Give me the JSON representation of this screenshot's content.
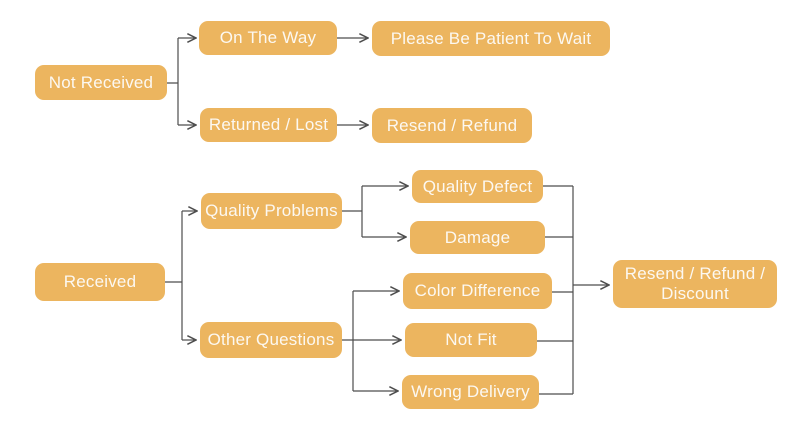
{
  "diagram": {
    "type": "flowchart",
    "colors": {
      "node_fill": "#ecb55f",
      "node_text": "#fcf8f1",
      "connector": "#4e4e4e",
      "background": "#ffffff"
    },
    "nodes": {
      "not_received": {
        "label": "Not Received"
      },
      "on_the_way": {
        "label": "On The Way"
      },
      "please_wait": {
        "label": "Please Be Patient To Wait"
      },
      "returned_lost": {
        "label": "Returned / Lost"
      },
      "resend_refund": {
        "label": "Resend / Refund"
      },
      "received": {
        "label": "Received"
      },
      "quality_problems": {
        "label": "Quality Problems"
      },
      "other_questions": {
        "label": "Other Questions"
      },
      "quality_defect": {
        "label": "Quality Defect"
      },
      "damage": {
        "label": "Damage"
      },
      "color_difference": {
        "label": "Color Difference"
      },
      "not_fit": {
        "label": "Not Fit"
      },
      "wrong_delivery": {
        "label": "Wrong Delivery"
      },
      "resend_refund_discount": {
        "label": "Resend / Refund / Discount"
      }
    },
    "edges": [
      {
        "from": "not_received",
        "to": "on_the_way"
      },
      {
        "from": "not_received",
        "to": "returned_lost"
      },
      {
        "from": "on_the_way",
        "to": "please_wait"
      },
      {
        "from": "returned_lost",
        "to": "resend_refund"
      },
      {
        "from": "received",
        "to": "quality_problems"
      },
      {
        "from": "received",
        "to": "other_questions"
      },
      {
        "from": "quality_problems",
        "to": "quality_defect"
      },
      {
        "from": "quality_problems",
        "to": "damage"
      },
      {
        "from": "other_questions",
        "to": "color_difference"
      },
      {
        "from": "other_questions",
        "to": "not_fit"
      },
      {
        "from": "other_questions",
        "to": "wrong_delivery"
      },
      {
        "from": "quality_defect",
        "to": "resend_refund_discount"
      },
      {
        "from": "damage",
        "to": "resend_refund_discount"
      },
      {
        "from": "color_difference",
        "to": "resend_refund_discount"
      },
      {
        "from": "not_fit",
        "to": "resend_refund_discount"
      },
      {
        "from": "wrong_delivery",
        "to": "resend_refund_discount"
      }
    ]
  }
}
